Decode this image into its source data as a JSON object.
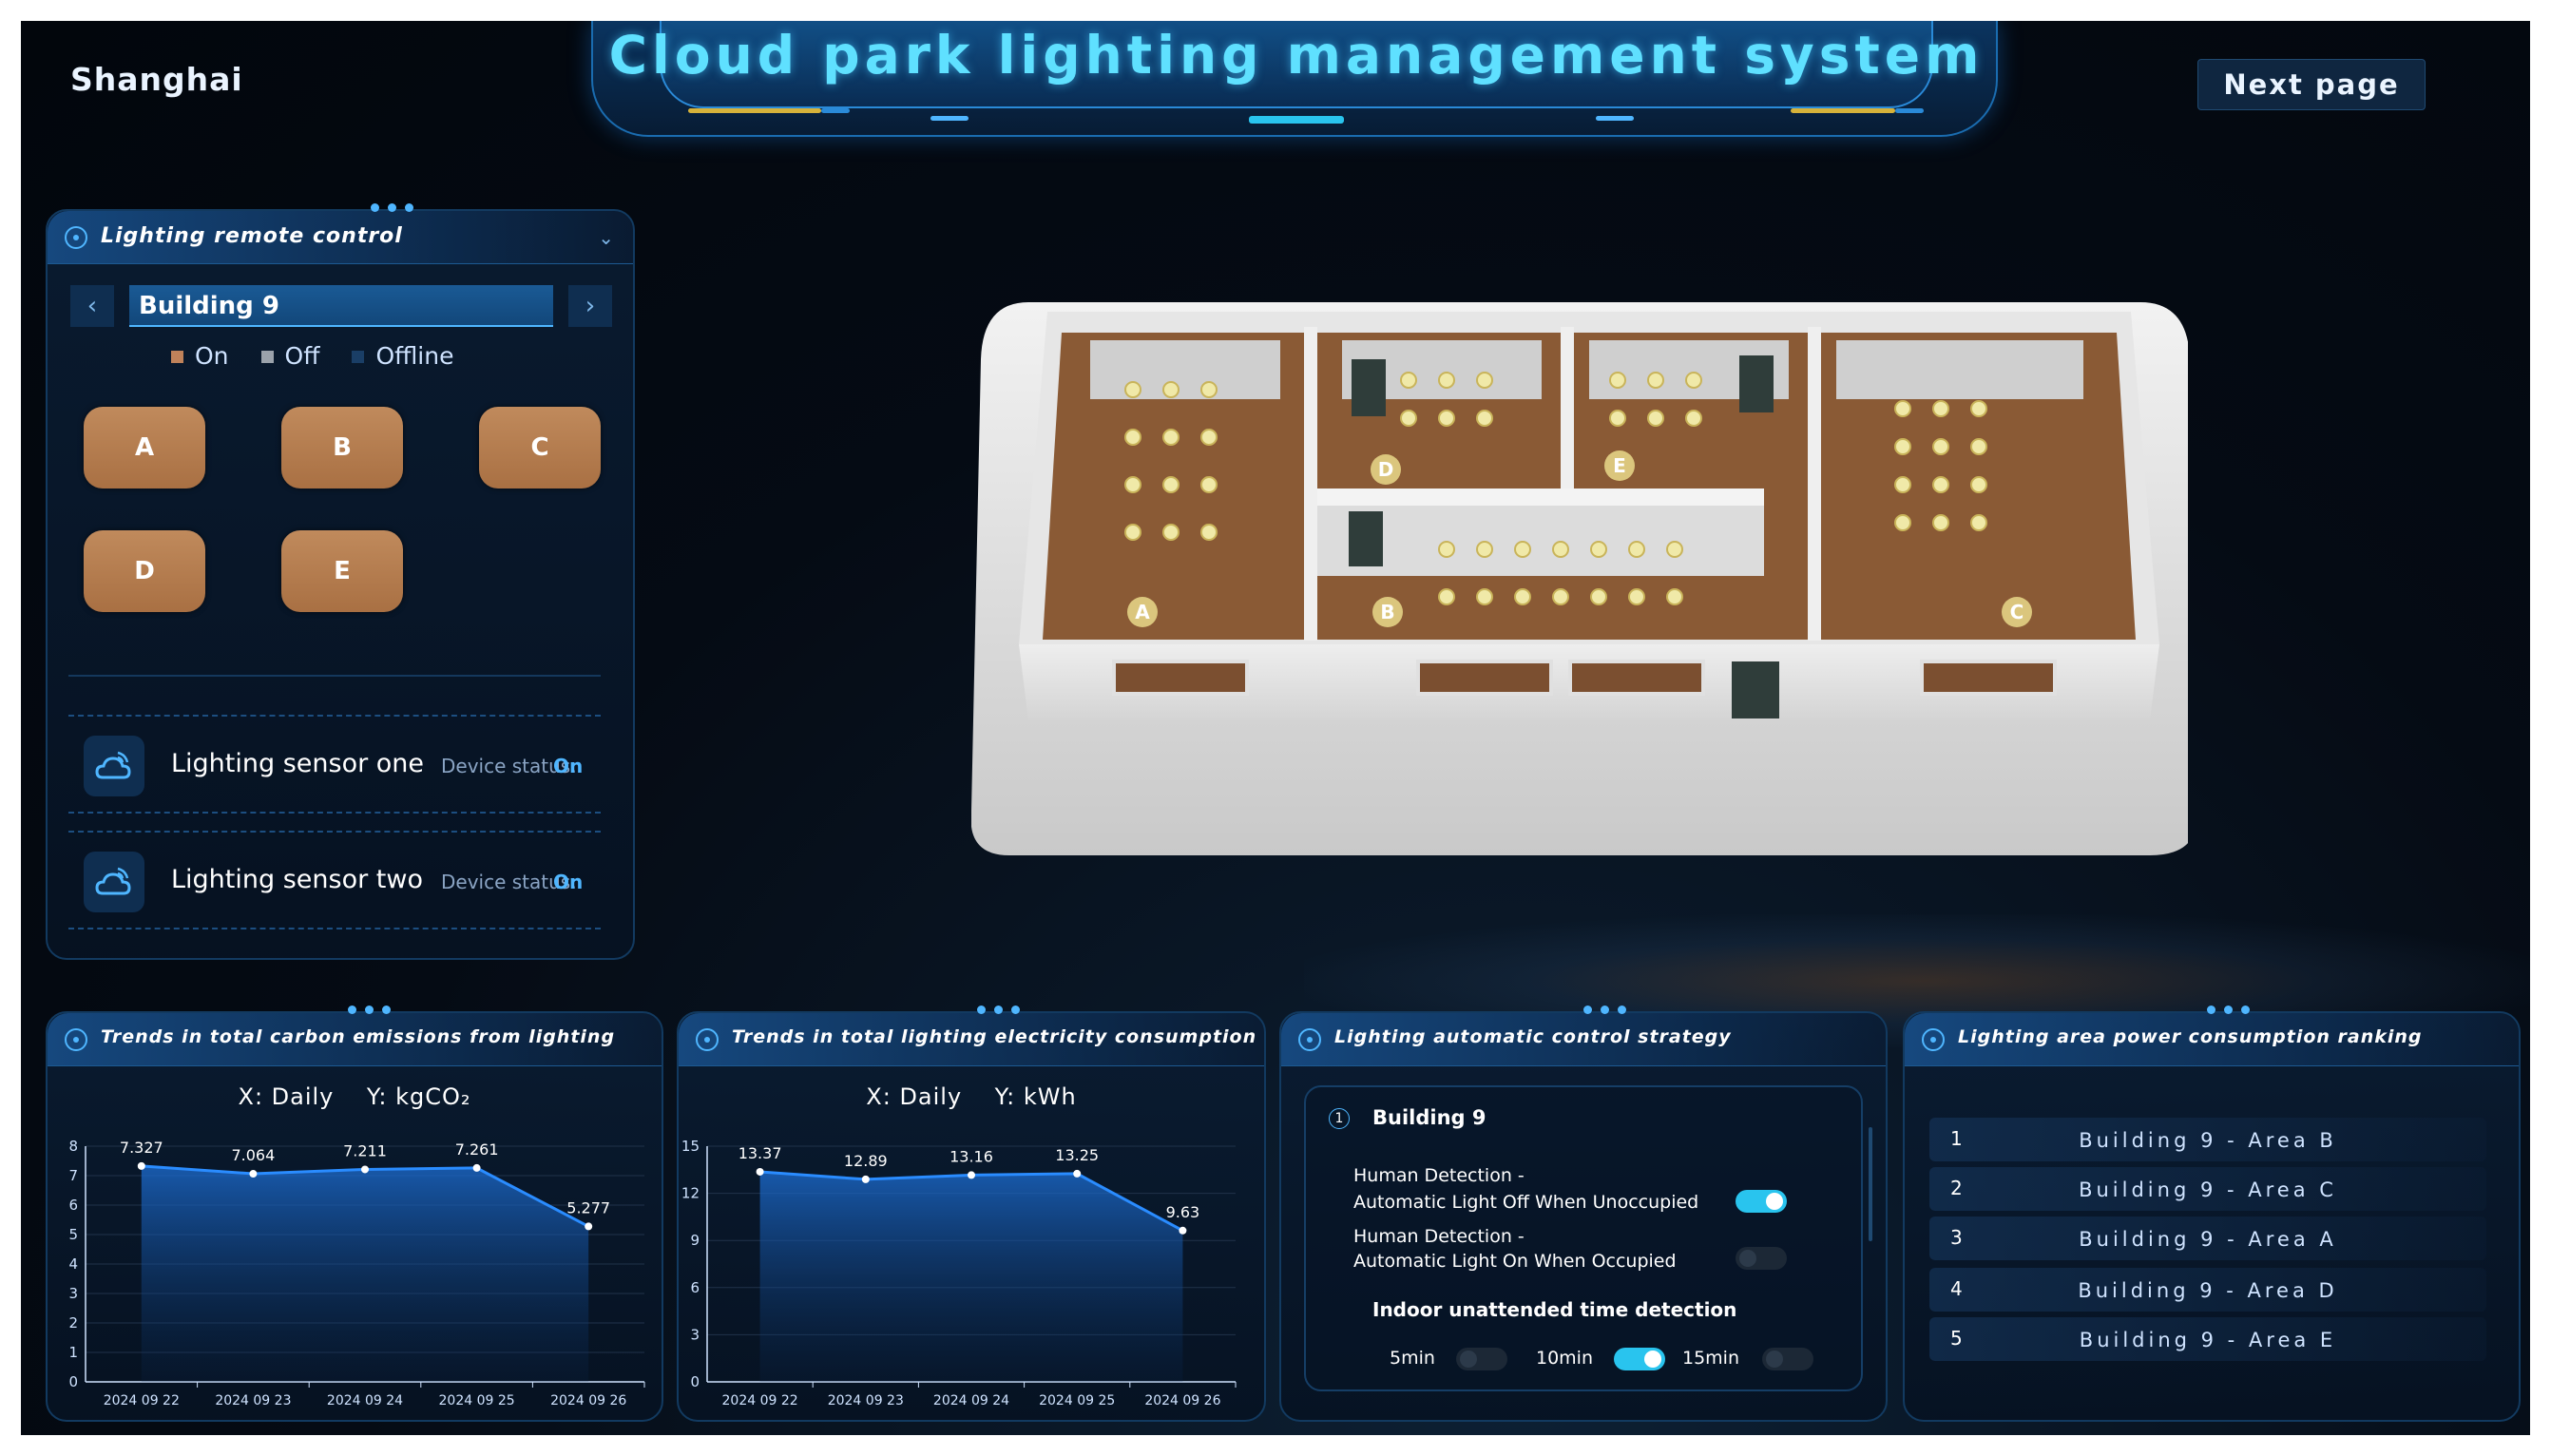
{
  "header": {
    "city": "Shanghai",
    "title": "Cloud park lighting management system",
    "next_page": "Next page"
  },
  "remote_control": {
    "title": "Lighting remote control",
    "building": "Building 9",
    "legend": [
      {
        "label": "On",
        "color": "#c0825a"
      },
      {
        "label": "Off",
        "color": "#9ba2ab"
      },
      {
        "label": "Offline",
        "color": "#1a3e66"
      }
    ],
    "areas": [
      "A",
      "B",
      "C",
      "D",
      "E"
    ],
    "sensors": [
      {
        "name": "Lighting sensor one",
        "status_label": "Device status:",
        "status": "On"
      },
      {
        "name": "Lighting sensor two",
        "status_label": "Device status:",
        "status": "On"
      }
    ]
  },
  "model": {
    "area_labels": [
      "A",
      "B",
      "C",
      "D",
      "E"
    ]
  },
  "carbon_chart": {
    "title": "Trends in total carbon emissions from lighting",
    "axis_note": "X: Daily    Y: kgCO₂",
    "chart_data": {
      "type": "area",
      "categories": [
        "2024 09 22",
        "2024 09 23",
        "2024 09 24",
        "2024 09 25",
        "2024 09 26"
      ],
      "values": [
        7.327,
        7.064,
        7.211,
        7.261,
        5.277
      ],
      "value_labels": [
        "7.327",
        "7.064",
        "7.211",
        "7.261",
        "5.277"
      ],
      "xlabel": "X: Daily",
      "ylabel": "Y: kgCO₂",
      "ylim": [
        0,
        8
      ],
      "yticks": [
        "0",
        "1",
        "2",
        "3",
        "4",
        "5",
        "6",
        "7",
        "8"
      ],
      "grid": true
    }
  },
  "electricity_chart": {
    "title": "Trends in total lighting electricity consumption",
    "axis_note": "X: Daily    Y: kWh",
    "chart_data": {
      "type": "area",
      "categories": [
        "2024 09 22",
        "2024 09 23",
        "2024 09 24",
        "2024 09 25",
        "2024 09 26"
      ],
      "values": [
        13.37,
        12.89,
        13.16,
        13.25,
        9.63
      ],
      "value_labels": [
        "13.37",
        "12.89",
        "13.16",
        "13.25",
        "9.63"
      ],
      "xlabel": "X: Daily",
      "ylabel": "Y: kWh",
      "ylim": [
        0,
        15
      ],
      "yticks": [
        "0",
        "3",
        "6",
        "9",
        "12",
        "15"
      ],
      "grid": true
    }
  },
  "strategy": {
    "title": "Lighting automatic control strategy",
    "index": "1",
    "building": "Building 9",
    "rule1_line1": "Human Detection -",
    "rule1_line2": "Automatic Light Off When Unoccupied",
    "rule2_line1": "Human Detection -",
    "rule2_line2": "Automatic Light On When Occupied",
    "rule1_enabled": true,
    "rule2_enabled": false,
    "time_title": "Indoor unattended time detection",
    "times": [
      {
        "label": "5min",
        "enabled": false
      },
      {
        "label": "10min",
        "enabled": true
      },
      {
        "label": "15min",
        "enabled": false
      }
    ]
  },
  "ranking": {
    "title": "Lighting area power consumption ranking",
    "items": [
      {
        "rank": "1",
        "name": "Building 9 - Area B"
      },
      {
        "rank": "2",
        "name": "Building 9 - Area C"
      },
      {
        "rank": "3",
        "name": "Building 9 - Area A"
      },
      {
        "rank": "4",
        "name": "Building 9 - Area D"
      },
      {
        "rank": "5",
        "name": "Building 9 - Area E"
      }
    ]
  },
  "colors": {
    "accent": "#4fb6ff",
    "title": "#5fe0ff",
    "area_on": "#c0825a",
    "line": "#2a8cff"
  }
}
